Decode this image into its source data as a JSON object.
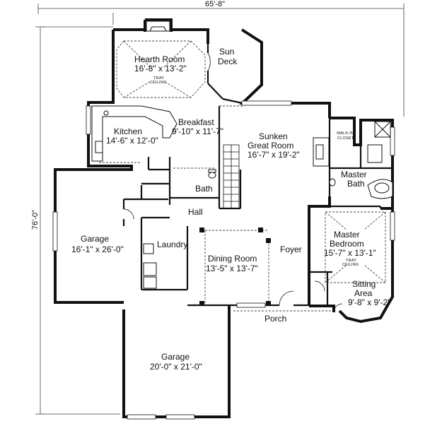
{
  "overall": {
    "width": "65'-8\"",
    "depth": "76'-0\""
  },
  "rooms": {
    "hearth": {
      "name": "Hearth Room",
      "size": "16'-8\" x 13'-2\"",
      "note1": "TRAY",
      "note2": "CEILING"
    },
    "sundeck": {
      "line1": "Sun",
      "line2": "Deck"
    },
    "breakfast": {
      "name": "Breakfast",
      "size": "9'-10\" x 11'-7\""
    },
    "kitchen": {
      "name": "Kitchen",
      "size": "14'-6\" x 12'-0\""
    },
    "great": {
      "line1": "Sunken",
      "line2": "Great Room",
      "size": "16'-7\" x 19'-2\""
    },
    "closet": {
      "line1": "WALK-IN",
      "line2": "CLOSET"
    },
    "masterbath": {
      "line1": "Master",
      "line2": "Bath"
    },
    "bath": {
      "name": "Bath"
    },
    "hall": {
      "name": "Hall"
    },
    "garage1": {
      "name": "Garage",
      "size": "16'-1\" x 26'-0\""
    },
    "laundry": {
      "name": "Laundry"
    },
    "dining": {
      "name": "Dining Room",
      "size": "13'-5\" x 13'-7\""
    },
    "foyer": {
      "name": "Foyer"
    },
    "masterbed": {
      "line1": "Master",
      "line2": "Bedroom",
      "size": "15'-7\" x 13'-1\"",
      "note1": "TRAY",
      "note2": "CEILING"
    },
    "sitting": {
      "line1": "Sitting",
      "line2": "Area",
      "size": "9'-8\" x 9'-2\""
    },
    "porch": {
      "name": "Porch"
    },
    "garage2": {
      "name": "Garage",
      "size": "20'-0\" x 21'-0\""
    }
  }
}
